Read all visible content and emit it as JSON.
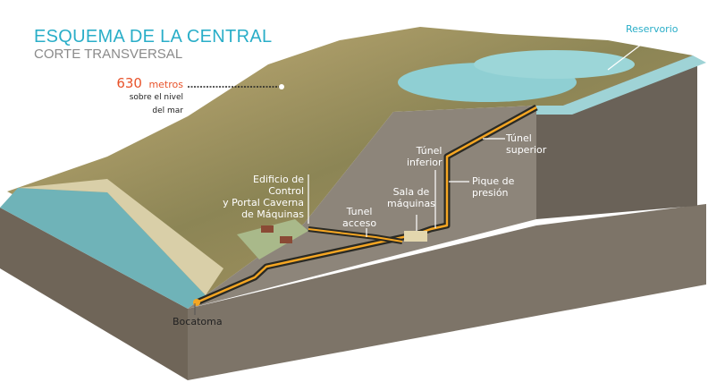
{
  "title": "ESQUEMA DE LA CENTRAL",
  "subtitle": "CORTE TRANSVERSAL",
  "altitude": {
    "value": "630",
    "unit": "metros",
    "line1": "sobre el nivel",
    "line2": "del mar"
  },
  "labels": {
    "reservorio": "Reservorio",
    "tunel_superior_1": "Túnel",
    "tunel_superior_2": "superior",
    "tunel_inferior_1": "Túnel",
    "tunel_inferior_2": "inferior",
    "pique_1": "Pique de",
    "pique_2": "presión",
    "sala_1": "Sala de",
    "sala_2": "máquinas",
    "acceso_1": "Tunel",
    "acceso_2": "acceso",
    "edificio_1": "Edificio de Control",
    "edificio_2": "y Portal Caverna",
    "edificio_3": "de Máquinas",
    "bocatoma": "Bocatoma"
  },
  "colors": {
    "accent": "#2aaec8",
    "altitude": "#e8532b",
    "tunnel": "#f5a623"
  }
}
